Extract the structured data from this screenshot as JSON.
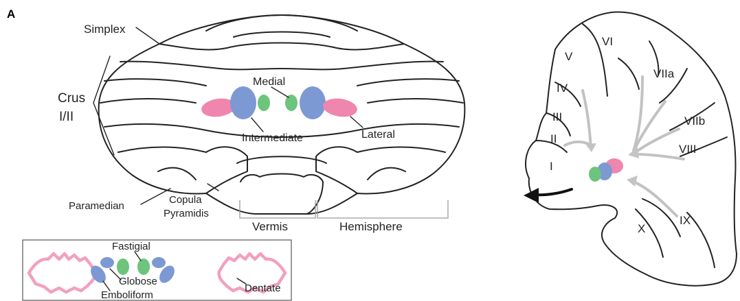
{
  "panel_letter": "A",
  "colors": {
    "medial": "#6dc47c",
    "intermediate": "#7c99d4",
    "lateral": "#ee86ad",
    "dentate": "#f2a0bf",
    "flow_arrow": "#c4c4c4",
    "output_arrow": "#111111",
    "outline": "#222222"
  },
  "dorsal_view": {
    "labels": {
      "simplex": "Simplex",
      "crus_line1": "Crus",
      "crus_line2": "I/II",
      "medial": "Medial",
      "intermediate": "Intermediate",
      "lateral": "Lateral",
      "paramedian": "Paramedian",
      "copula_line1": "Copula",
      "copula_line2": "Pyramidis",
      "vermis": "Vermis",
      "hemisphere": "Hemisphere"
    }
  },
  "nuclei_inset": {
    "labels": {
      "fastigial": "Fastigial",
      "globose": "Globose",
      "emboliform": "Emboliform",
      "dentate": "Dentate"
    }
  },
  "sagittal_view": {
    "lobules": [
      "I",
      "II",
      "III",
      "IV",
      "V",
      "VI",
      "VIIa",
      "VIIb",
      "VIII",
      "IX",
      "X"
    ]
  }
}
